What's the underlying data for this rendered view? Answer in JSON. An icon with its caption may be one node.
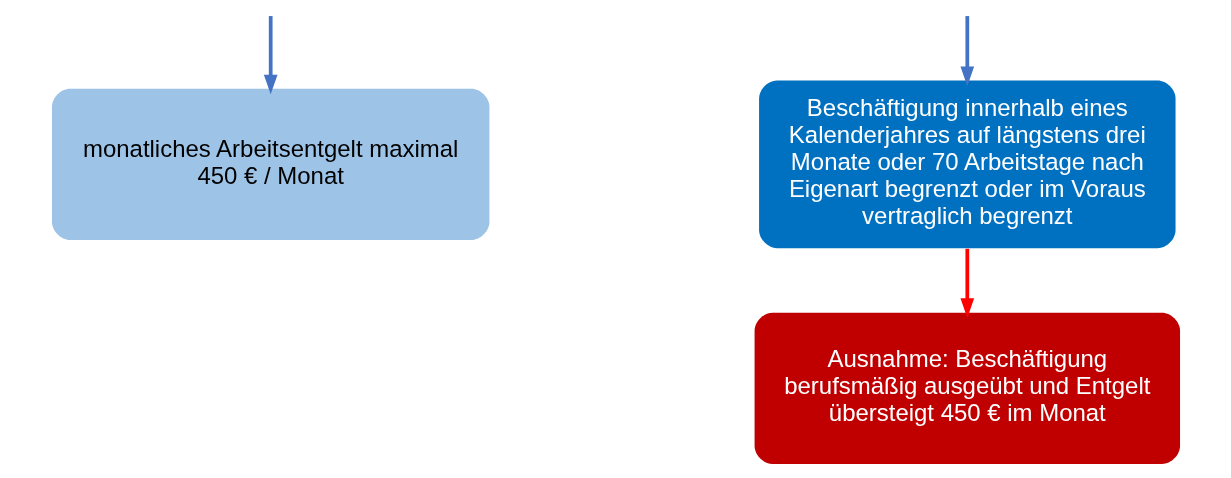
{
  "diagram": {
    "nodes": [
      {
        "text": [
          "monatliches Arbeitsentgelt maximal 450 € / Monat"
        ]
      },
      {
        "text": [
          "Beschäftigung innerhalb eines Kalenderjahres auf längstens drei Monate oder 70 Arbeitstage nach Eigenart begrenzt oder im Voraus vertraglich begrenzt"
        ]
      },
      {
        "text": [
          "Ausnahme: Beschäftigung berufsmäßig ausgeübt und Entgelt übersteigt 450 € im Monat"
        ]
      }
    ],
    "edges": [
      {
        "from": null,
        "to": 0,
        "arrow": "to"
      },
      {
        "from": null,
        "to": 1,
        "arrow": "to"
      },
      {
        "from": 1,
        "to": 2,
        "arrow": "to",
        "color": "#ff0000"
      }
    ]
  }
}
